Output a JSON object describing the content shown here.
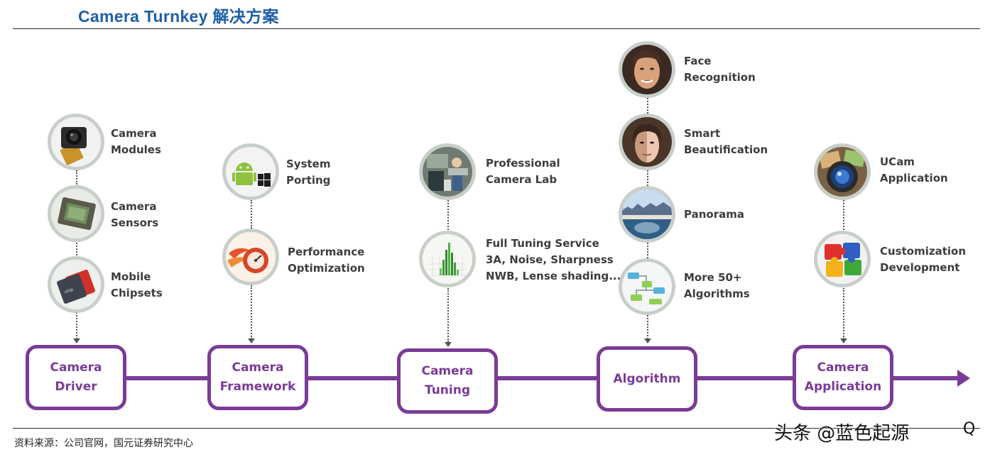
{
  "header": {
    "title": "Camera Turnkey 解决方案"
  },
  "footer": {
    "source": "资料来源：公司官网，国元证券研究中心",
    "watermark": "头条 @蓝色起源",
    "watermark_mark": "Q"
  },
  "stages": [
    {
      "line1": "Camera",
      "line2": "Driver"
    },
    {
      "line1": "Camera",
      "line2": "Framework"
    },
    {
      "line1": "Camera",
      "line2": "Tuning"
    },
    {
      "line1": "Algorithm"
    },
    {
      "line1": "Camera",
      "line2": "Application"
    }
  ],
  "columns": {
    "driver": [
      {
        "icon": "camera-module-icon",
        "line1": "Camera",
        "line2": "Modules"
      },
      {
        "icon": "camera-sensor-icon",
        "line1": "Camera",
        "line2": "Sensors"
      },
      {
        "icon": "chipset-icon",
        "line1": "Mobile",
        "line2": "Chipsets"
      }
    ],
    "framework": [
      {
        "icon": "android-windows-icon",
        "line1": "System",
        "line2": "Porting"
      },
      {
        "icon": "speedometer-icon",
        "line1": "Performance",
        "line2": "Optimization"
      }
    ],
    "tuning": [
      {
        "icon": "camera-lab-icon",
        "line1": "Professional",
        "line2": "Camera Lab"
      },
      {
        "icon": "histogram-icon",
        "line1": "Full Tuning Service",
        "line2": "3A, Noise, Sharpness",
        "line3": "NWB, Lense shading..."
      }
    ],
    "algorithm": [
      {
        "icon": "face-icon",
        "line1": "Face",
        "line2": "Recognition"
      },
      {
        "icon": "beauty-face-icon",
        "line1": "Smart",
        "line2": "Beautification"
      },
      {
        "icon": "panorama-icon",
        "line1": "Panorama"
      },
      {
        "icon": "flowchart-icon",
        "line1": "More 50+",
        "line2": "Algorithms"
      }
    ],
    "application": [
      {
        "icon": "ucam-icon",
        "line1": "UCam",
        "line2": "Application"
      },
      {
        "icon": "puzzle-icon",
        "line1": "Customization",
        "line2": "Development"
      }
    ]
  }
}
